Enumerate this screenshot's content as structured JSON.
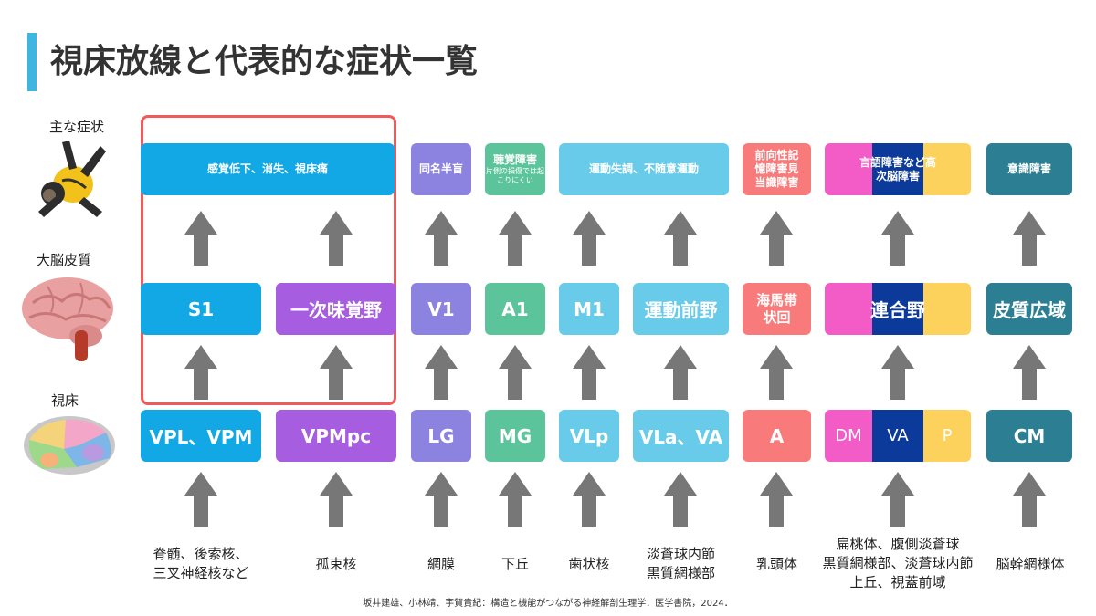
{
  "title": "視床放線と代表的な症状一覧",
  "row_labels": {
    "symptoms": "主な症状",
    "cortex": "大脳皮質",
    "thalamus": "視床"
  },
  "colors": {
    "blue": "#12a8e6",
    "purple": "#a65de0",
    "lavender": "#8c82e0",
    "green": "#5cc49b",
    "sky": "#69cbea",
    "salmon": "#f87a7a",
    "pink": "#f35bc6",
    "navy": "#0b3a9a",
    "yellow": "#fcd25d",
    "teal": "#2c7f93",
    "arrow": "#777777",
    "highlight": "#f05a5a"
  },
  "symptoms": {
    "sensory": "感覚低下、消失、視床痛",
    "vision": "同名半盲",
    "hearing": "聴覚障害",
    "hearing_note": "片側の損傷では起こりにくい",
    "motor": "運動失調、不随意運動",
    "memory": "前向性記憶障害見当識障害",
    "language": "言語障害など高次脳障害",
    "consciousness": "意識障害"
  },
  "cortex": {
    "s1": "S1",
    "gustatory": "一次味覚野",
    "v1": "V1",
    "a1": "A1",
    "m1": "M1",
    "premotor": "運動前野",
    "cingulate": "海馬帯状回",
    "association": "連合野",
    "wide": "皮質広域"
  },
  "thalamus": {
    "vpl_vpm": "VPL、VPM",
    "vpmpc": "VPMpc",
    "lg": "LG",
    "mg": "MG",
    "vlp": "VLp",
    "vla_va": "VLa、VA",
    "a": "A",
    "dm": "DM",
    "va": "VA",
    "p": "P",
    "cm": "CM"
  },
  "sources": {
    "spinal": "脊髄、後索核、\n三叉神経核など",
    "solitary": "孤束核",
    "retina": "網膜",
    "colliculus": "下丘",
    "dentate": "歯状核",
    "pallidus": "淡蒼球内節\n黒質網様部",
    "mammillary": "乳頭体",
    "amygdala": "扁桃体、腹側淡蒼球\n黒質網様部、淡蒼球内節\n上丘、視蓋前域",
    "reticular": "脳幹網様体"
  },
  "citation": "坂井建雄、小林靖、宇賀貴紀：構造と機能がつながる神経解剖生理学．医学書院，2024．"
}
